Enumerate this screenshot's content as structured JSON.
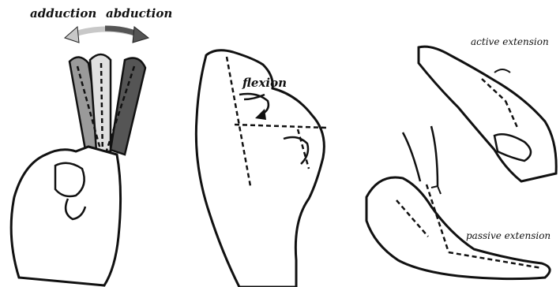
{
  "panels": {
    "abduction_adduction": {
      "labels": {
        "adduction": "adduction",
        "abduction": "abduction"
      },
      "colors": {
        "left_finger": "#9a9a9a",
        "mid_finger": "#d8d8d8",
        "right_finger": "#555555",
        "arrow_left": "#c8c8c8",
        "arrow_right": "#555555"
      }
    },
    "flexion": {
      "labels": {
        "flexion": "flexion"
      }
    },
    "extension": {
      "labels": {
        "active_extension": "active extension",
        "passive_extension": "passive extension"
      }
    }
  }
}
